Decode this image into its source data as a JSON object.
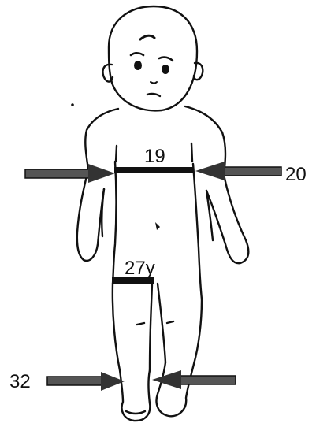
{
  "labels": {
    "chest_circumference": "19",
    "arm_span_point": "20",
    "waist_length": "27y",
    "ankle_width": "32"
  },
  "colors": {
    "ink": "#111111",
    "arrow_fill": "#555555",
    "background": "#ffffff"
  }
}
